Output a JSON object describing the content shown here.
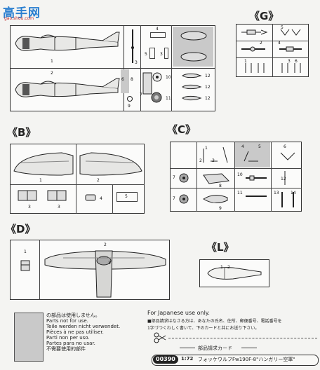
{
  "watermark": {
    "logo_text": "高手网",
    "url": "gao.shou.com"
  },
  "labels": {
    "G": "《G》",
    "B": "《B》",
    "C": "《C》",
    "D": "《D》",
    "L": "《L》"
  },
  "parts_not_for_use": [
    "の部品は使用しません。",
    "Parts not for use.",
    "Teile werden nicht verwendet.",
    "Pièces à ne pas utiliser.",
    "Parti non per uso.",
    "Partes para no usar.",
    "不需要使用的部件"
  ],
  "japanese_notice": {
    "heading": "For Japanese use only.",
    "line1": "■部品請求はなさる方は、あなたの氏名、住所、郵便番号、電話番号を",
    "line2": "1字づつくわしく書いて、下のカードと共にお送り下さい。"
  },
  "card": {
    "title": "部品請求カード",
    "code": "00390",
    "scale": "1:72",
    "name": "フォッケウルフFw190F-8\"ハンガリー空軍\""
  },
  "part_numbers": {
    "top_left_plane1": "1",
    "top_left_plane2": "2",
    "a_4": "4",
    "a_5": "5",
    "a_3": "3",
    "a_6": "6",
    "a_8": "8",
    "a_7": "7",
    "a_9": "9",
    "a_10": "10",
    "a_11": "11",
    "a_12a": "12",
    "a_12b": "12",
    "a_12c": "12",
    "g_1": "1",
    "g_2": "2",
    "g_3": "3",
    "g_4": "4",
    "g_5": "5",
    "g_6": "6",
    "b_1": "1",
    "b_2": "2",
    "b_3a": "3",
    "b_3b": "3",
    "b_4": "4",
    "b_5": "5",
    "c_1": "1",
    "c_2": "2",
    "c_3": "3",
    "c_4": "4",
    "c_5": "5",
    "c_6": "6",
    "c_7a": "7",
    "c_7b": "7",
    "c_8": "8",
    "c_9": "9",
    "c_10": "10",
    "c_11": "11",
    "c_12": "12",
    "c_13": "13",
    "c_14": "14",
    "d_1": "1",
    "d_2": "2",
    "d_3": "3",
    "l_1": "1",
    "l_2": "2"
  }
}
